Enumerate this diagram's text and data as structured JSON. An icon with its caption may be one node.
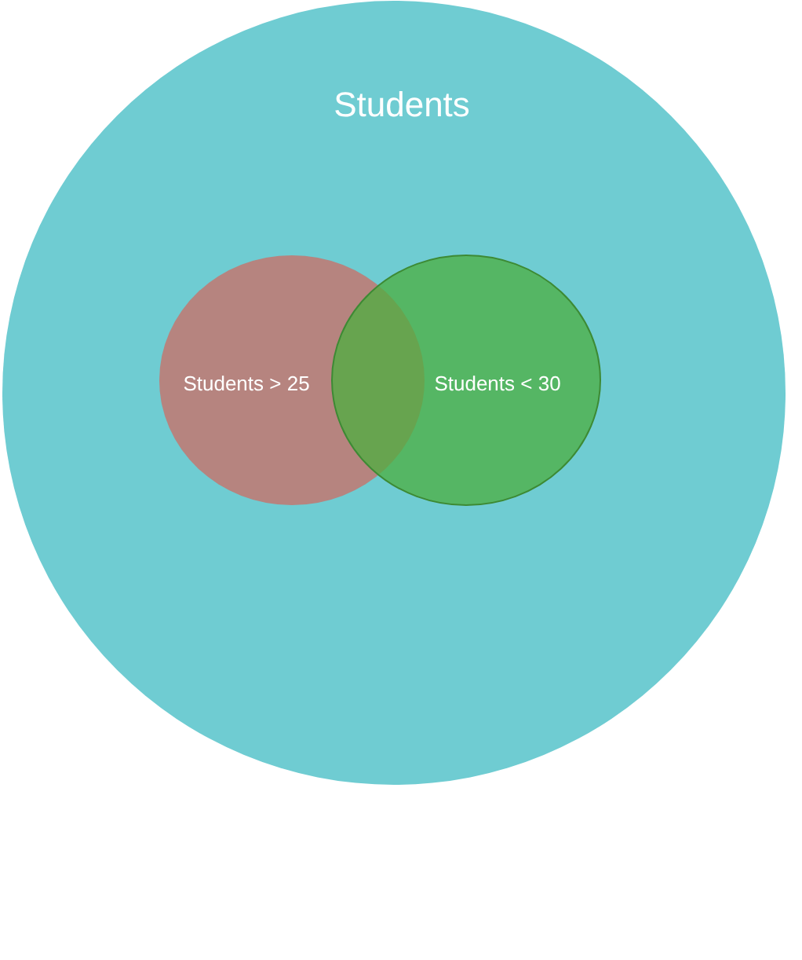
{
  "diagram": {
    "nodes": [
      {
        "text": [
          "Students"
        ]
      },
      {
        "text": [
          "Students > 25"
        ],
        "in": 0
      },
      {
        "text": [
          "Students < 30"
        ],
        "in": 0
      }
    ]
  }
}
